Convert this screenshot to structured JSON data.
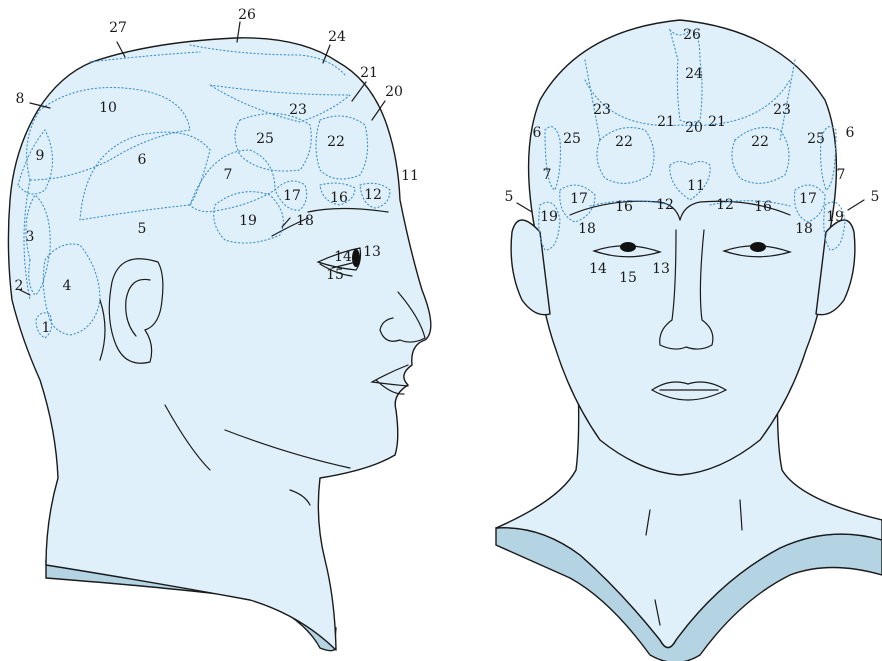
{
  "side_view": {
    "labels": [
      "27",
      "26",
      "24",
      "21",
      "20",
      "8",
      "10",
      "23",
      "25",
      "22",
      "9",
      "6",
      "7",
      "11",
      "17",
      "16",
      "12",
      "3",
      "19",
      "18",
      "5",
      "13",
      "14",
      "15",
      "4",
      "2",
      "1"
    ]
  },
  "front_view": {
    "labels": [
      "26",
      "24",
      "23",
      "21",
      "20",
      "21",
      "23",
      "6",
      "25",
      "22",
      "22",
      "25",
      "6",
      "7",
      "11",
      "7",
      "5",
      "17",
      "16",
      "12",
      "12",
      "16",
      "17",
      "5",
      "19",
      "18",
      "18",
      "19",
      "14",
      "15",
      "13"
    ]
  },
  "colors": {
    "skin": "#dff0fa",
    "base": "#b4d3e3",
    "zones": "#3a8fcf",
    "outline": "#1a1a1a"
  }
}
